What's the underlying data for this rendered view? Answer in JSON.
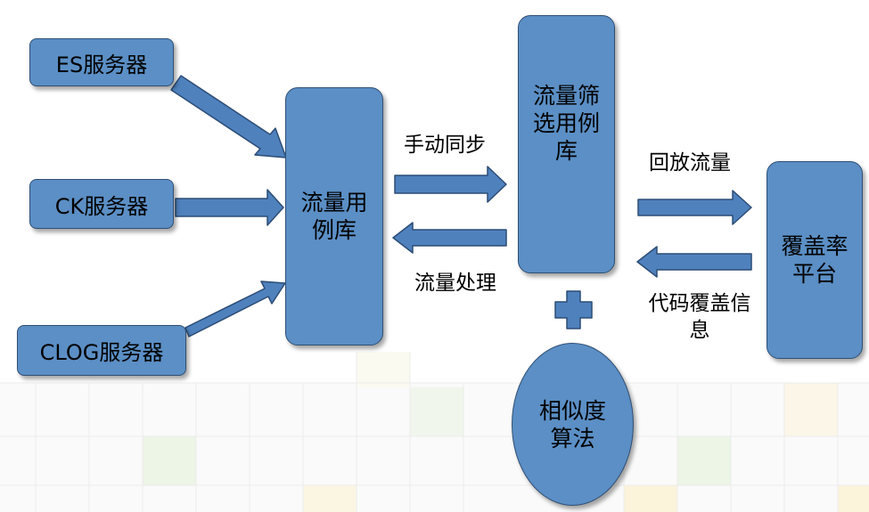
{
  "nodes": {
    "es_server": "ES服务器",
    "ck_server": "CK服务器",
    "clog_server": "CLOG服务器",
    "traffic_case_library": "流量用例库",
    "filtered_case_library": "流量筛选用例库",
    "coverage_platform": "覆盖率平台",
    "similarity_algorithm": "相似度算法"
  },
  "edges": {
    "manual_sync": "手动同步",
    "traffic_processing": "流量处理",
    "replay_traffic": "回放流量",
    "code_coverage_info": "代码覆盖信息"
  },
  "colors": {
    "node_fill": "#5b8fc5",
    "node_border": "#2f4f74",
    "arrow_fill": "#4f81bd",
    "arrow_stroke": "#2c4d75"
  }
}
